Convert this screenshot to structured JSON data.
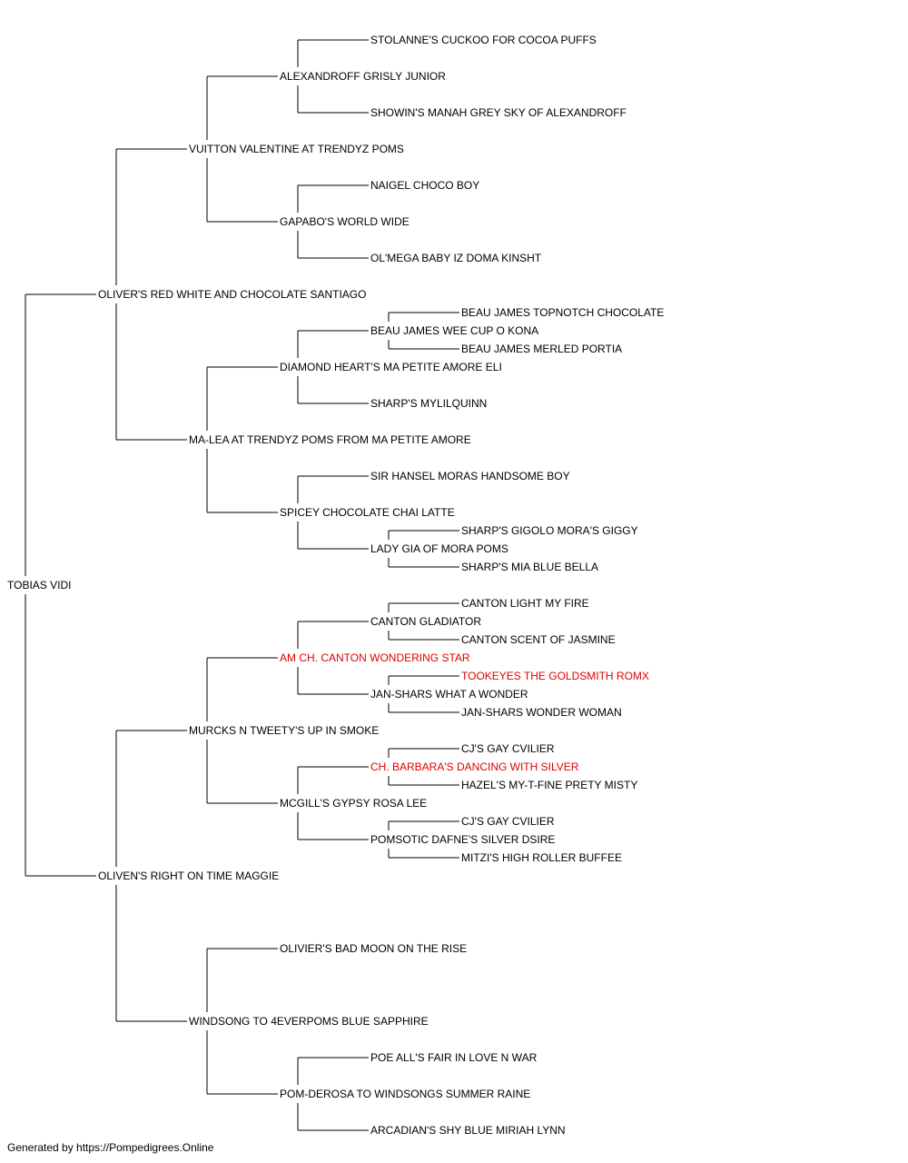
{
  "pedigree": {
    "root": {
      "name": "TOBIAS VIDI",
      "sire": {
        "name": "OLIVER'S RED WHITE AND CHOCOLATE SANTIAGO",
        "sire": {
          "name": "VUITTON VALENTINE AT TRENDYZ POMS",
          "sire": {
            "name": "ALEXANDROFF GRISLY JUNIOR",
            "sire": {
              "name": "STOLANNE'S CUCKOO FOR COCOA PUFFS"
            },
            "dam": {
              "name": "SHOWIN'S MANAH GREY SKY OF ALEXANDROFF"
            }
          },
          "dam": {
            "name": "GAPABO'S WORLD WIDE",
            "sire": {
              "name": "NAIGEL CHOCO BOY"
            },
            "dam": {
              "name": "OL'MEGA BABY IZ DOMA KINSHT"
            }
          }
        },
        "dam": {
          "name": "MA-LEA AT TRENDYZ POMS FROM MA PETITE AMORE",
          "sire": {
            "name": "DIAMOND HEART'S MA PETITE AMORE ELI",
            "sire": {
              "name": "BEAU JAMES WEE CUP O KONA",
              "sire": {
                "name": "BEAU JAMES TOPNOTCH CHOCOLATE"
              },
              "dam": {
                "name": "BEAU JAMES MERLED PORTIA"
              }
            },
            "dam": {
              "name": "SHARP'S MYLILQUINN"
            }
          },
          "dam": {
            "name": "SPICEY CHOCOLATE CHAI LATTE",
            "sire": {
              "name": "SIR HANSEL MORAS HANDSOME BOY"
            },
            "dam": {
              "name": "LADY GIA OF MORA POMS",
              "sire": {
                "name": "SHARP'S GIGOLO MORA'S GIGGY"
              },
              "dam": {
                "name": "SHARP'S MIA BLUE BELLA"
              }
            }
          }
        }
      },
      "dam": {
        "name": "OLIVEN'S RIGHT ON TIME MAGGIE",
        "sire": {
          "name": "MURCKS N TWEETY'S UP IN SMOKE",
          "sire": {
            "name": "AM CH. CANTON WONDERING STAR",
            "champion": true,
            "sire": {
              "name": "CANTON GLADIATOR",
              "sire": {
                "name": "CANTON LIGHT MY FIRE"
              },
              "dam": {
                "name": "CANTON SCENT OF JASMINE"
              }
            },
            "dam": {
              "name": "JAN-SHARS WHAT A WONDER",
              "sire": {
                "name": "TOOKEYES THE GOLDSMITH ROMX",
                "champion": true
              },
              "dam": {
                "name": "JAN-SHARS WONDER WOMAN"
              }
            }
          },
          "dam": {
            "name": "MCGILL'S GYPSY ROSA LEE",
            "sire": {
              "name": "CH. BARBARA'S DANCING WITH SILVER",
              "champion": true,
              "sire": {
                "name": "CJ'S GAY CVILIER"
              },
              "dam": {
                "name": "HAZEL'S MY-T-FINE PRETY MISTY"
              }
            },
            "dam": {
              "name": "POMSOTIC DAFNE'S SILVER DSIRE",
              "sire": {
                "name": "CJ'S GAY CVILIER"
              },
              "dam": {
                "name": "MITZI'S HIGH ROLLER BUFFEE"
              }
            }
          }
        },
        "dam": {
          "name": "WINDSONG TO 4EVERPOMS BLUE SAPPHIRE",
          "sire": {
            "name": "OLIVIER'S BAD MOON ON THE RISE"
          },
          "dam": {
            "name": "POM-DEROSA TO WINDSONGS SUMMER RAINE",
            "sire": {
              "name": "POE ALL'S FAIR IN LOVE N WAR"
            },
            "dam": {
              "name": "ARCADIAN'S SHY BLUE MIRIAH LYNN"
            }
          }
        }
      }
    }
  },
  "colors": {
    "text": "#000000",
    "champion": "#e00000",
    "line": "#000000"
  },
  "footer": "Generated by https://Pompedigrees.Online"
}
